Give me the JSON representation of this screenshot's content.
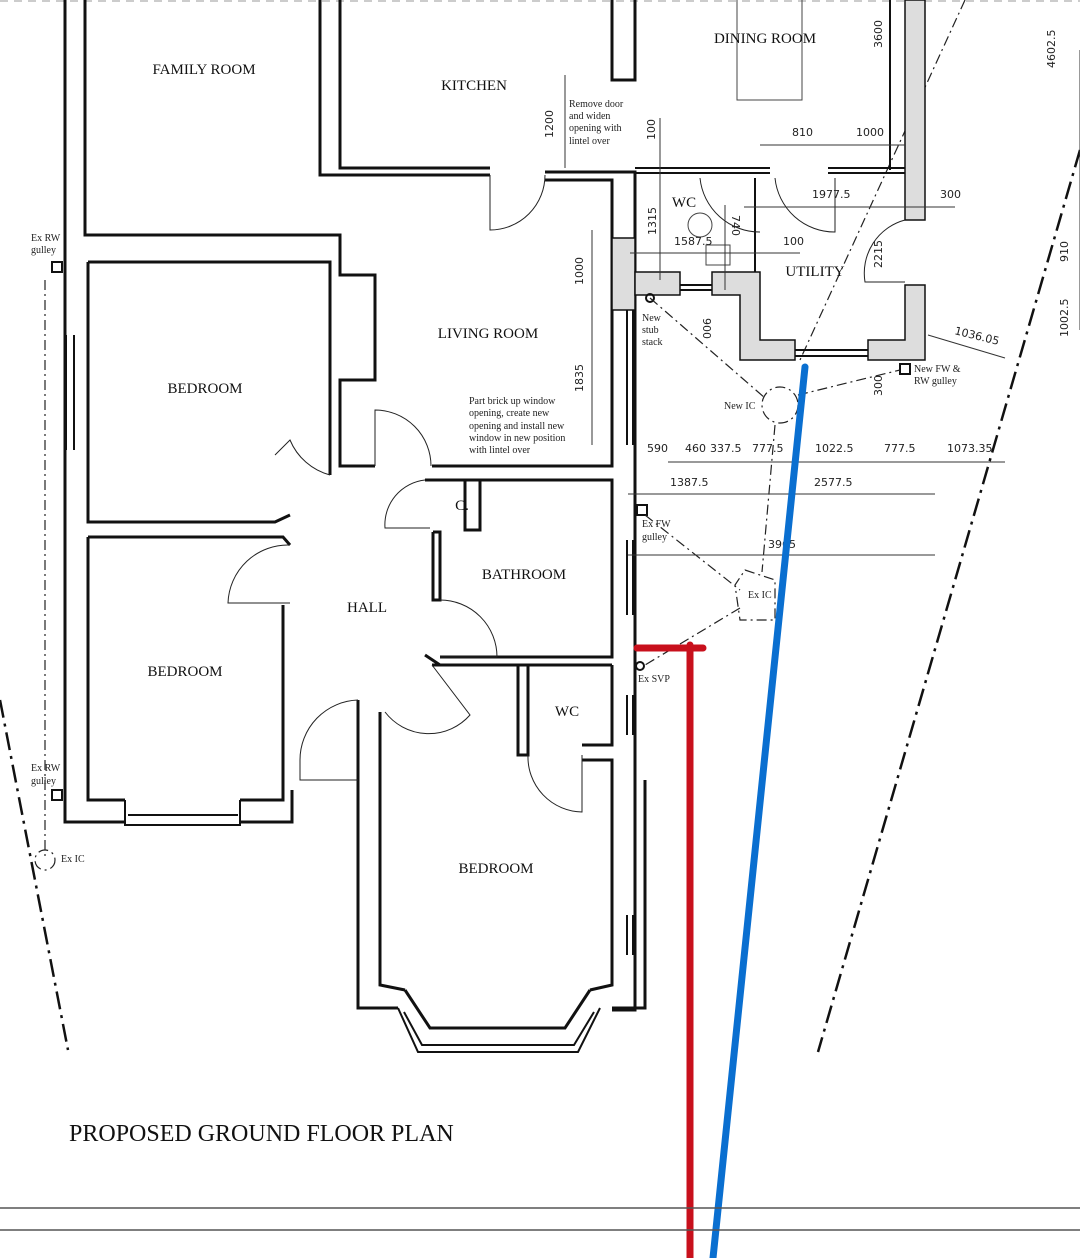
{
  "title": "PROPOSED GROUND FLOOR PLAN",
  "rooms": {
    "family_room": "FAMILY ROOM",
    "kitchen": "KITCHEN",
    "dining_room": "DINING ROOM",
    "wc_upper": "WC",
    "utility": "UTILITY",
    "living_room": "LIVING ROOM",
    "bedroom_1": "BEDROOM",
    "bedroom_2": "BEDROOM",
    "bedroom_3": "BEDROOM",
    "hall": "HALL",
    "cupboard": "C.",
    "bathroom": "BATHROOM",
    "wc_lower": "WC"
  },
  "notes": {
    "remove_door": [
      "Remove door",
      "and widen",
      "opening with",
      "lintel over"
    ],
    "brick_up": [
      "Part brick up window",
      "opening, create new",
      "opening and install new",
      "window in new position",
      "with lintel over"
    ],
    "ex_rw_gulley_top": [
      "Ex RW",
      "gulley"
    ],
    "ex_rw_gulley_bottom": [
      "Ex RW",
      "gulley"
    ],
    "ex_ic_left": "Ex IC",
    "new_stub_stack": [
      "New",
      "stub",
      "stack"
    ],
    "new_ic": "New IC",
    "new_fw_rw_gulley": [
      "New FW &",
      "RW gulley"
    ],
    "ex_fw_gulley": [
      "Ex FW",
      "gulley"
    ],
    "ex_ic": "Ex IC",
    "ex_svp": "Ex SVP"
  },
  "dimensions": {
    "d3600": "3600",
    "d4602_5": "4602.5",
    "d1200": "1200",
    "d100a": "100",
    "d810": "810",
    "d1000a": "1000",
    "d1977_5": "1977.5",
    "d300a": "300",
    "d740": "740",
    "d1315": "1315",
    "d1587_5": "1587.5",
    "d100b": "100",
    "d2215": "2215",
    "d910": "910",
    "d1000b": "1000",
    "d900": "900",
    "d1036_05": "1036.05",
    "d1002_5": "1002.5",
    "d1835": "1835",
    "d300b": "300",
    "d590": "590",
    "d460": "460",
    "d337_5": "337.5",
    "d777_5a": "777.5",
    "d1022_5": "1022.5",
    "d777_5b": "777.5",
    "d1073_35": "1073.35",
    "d1387_5": "1387.5",
    "d2577_5": "2577.5",
    "d3965": "3965"
  },
  "colors": {
    "blue_line": "#0a6fd0",
    "red_line": "#c8101c"
  }
}
